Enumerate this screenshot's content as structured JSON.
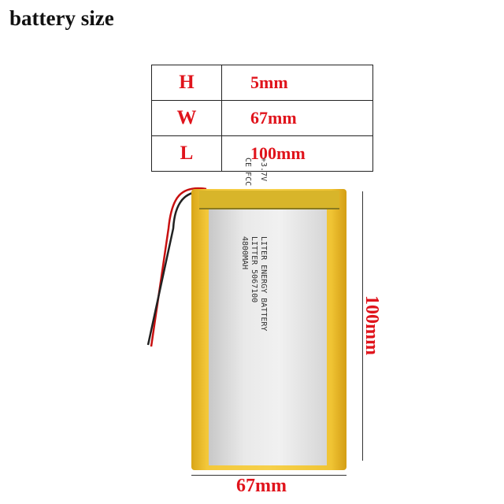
{
  "title": "battery size",
  "table": [
    {
      "key": "H",
      "value": "5mm"
    },
    {
      "key": "W",
      "value": "67mm"
    },
    {
      "key": "L",
      "value": "100mm"
    }
  ],
  "battery_label": {
    "brand": "LITER ENERGY BATTERY",
    "model": "LITTER 5067100",
    "voltage": "+3.7V",
    "capacity": "4800MAH",
    "certs": "CE FCC"
  },
  "dimensions": {
    "length": "100mm",
    "width": "67mm"
  },
  "colors": {
    "accent": "#e0141c",
    "battery": "#f3c83a"
  }
}
